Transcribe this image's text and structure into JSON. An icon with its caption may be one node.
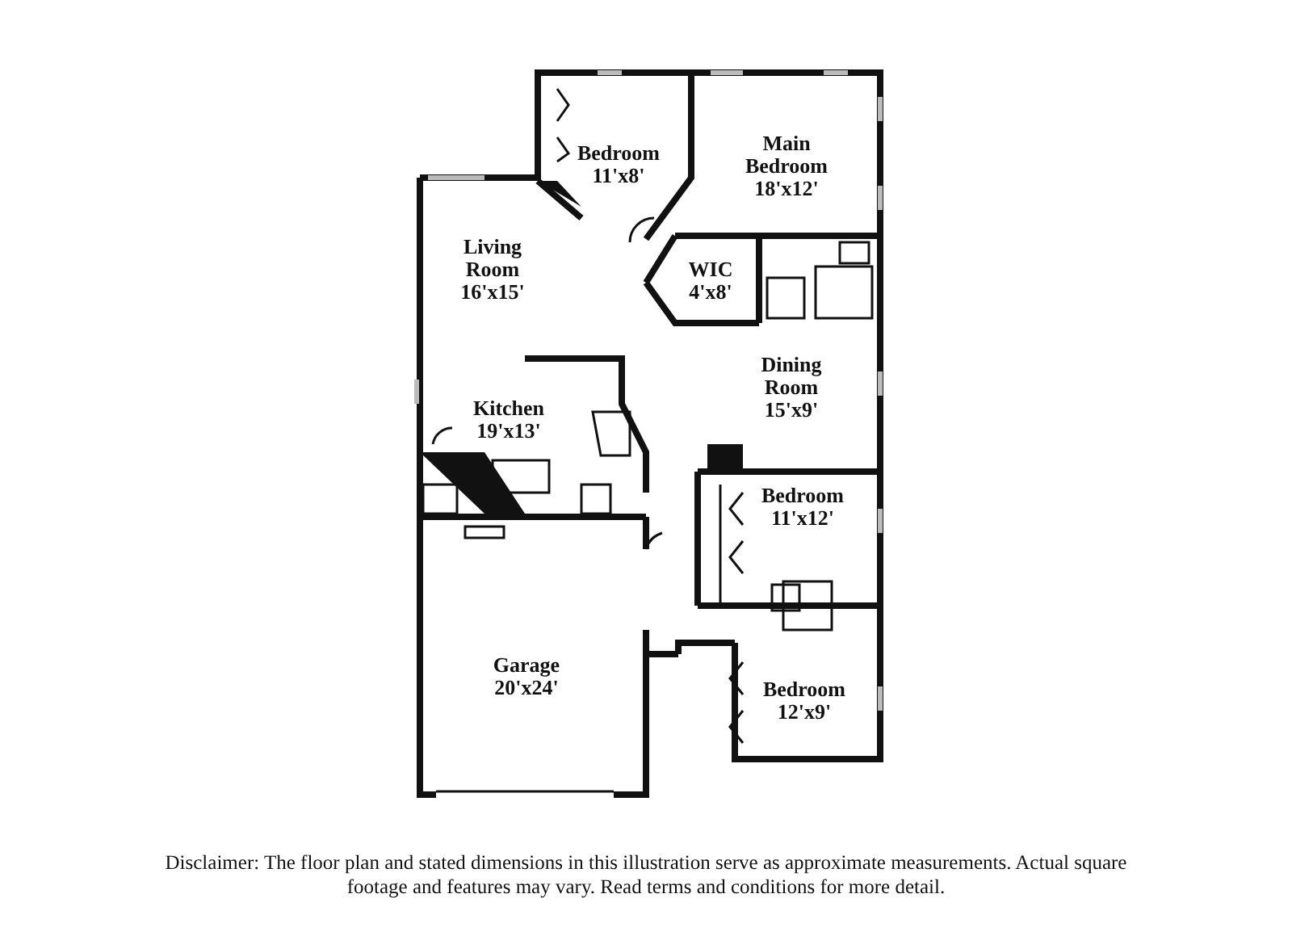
{
  "diagram": {
    "labels": [
      "Bedroom",
      "11'x8'",
      "Main Bedroom",
      "18'x12'",
      "Living Room",
      "16'x15'",
      "WIC",
      "4'x8'",
      "Kitchen",
      "19'x13'",
      "Dining Room",
      "15'x9'",
      "Bedroom",
      "11'x12'",
      "Garage",
      "20'x24'",
      "Bedroom",
      "12'x9'",
      "Disclaimer: The floor plan and stated dimensions in this illustration serve as approximate measurements. Actual square footage and features may vary. Read terms and conditions for more detail."
    ]
  }
}
